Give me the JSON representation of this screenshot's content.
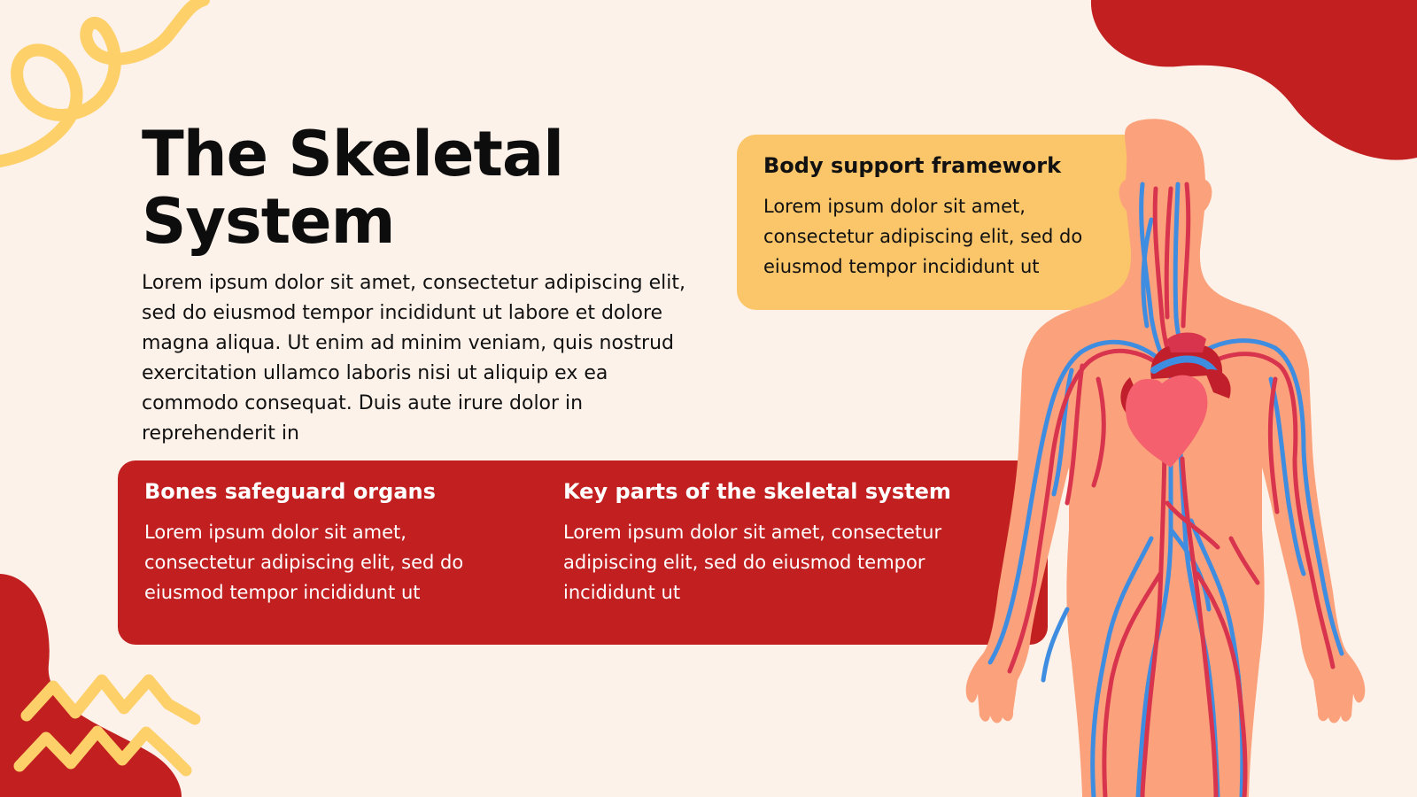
{
  "slide": {
    "title_line1": "The Skeletal",
    "title_line2": "System",
    "intro": "Lorem ipsum dolor sit amet, consectetur adipiscing elit, sed do eiusmod tempor incididunt ut labore et dolore magna aliqua. Ut enim ad minim veniam, quis nostrud exercitation ullamco laboris nisi ut aliquip ex ea commodo consequat. Duis aute irure dolor in reprehenderit in"
  },
  "cards": {
    "support": {
      "title": "Body support framework",
      "text": "Lorem ipsum dolor sit amet, consectetur adipiscing elit, sed do eiusmod tempor incididunt ut"
    },
    "organs": {
      "title": "Bones safeguard organs",
      "text": "Lorem ipsum dolor sit amet, consectetur adipiscing elit, sed do eiusmod tempor incididunt ut"
    },
    "parts": {
      "title": "Key parts of the skeletal system",
      "text": "Lorem ipsum dolor sit amet, consectetur adipiscing elit, sed do eiusmod tempor incididunt ut"
    }
  },
  "colors": {
    "background": "#FDF2EA",
    "red": "#C21F20",
    "yellow": "#FBC66A",
    "squiggle": "#FDD06A",
    "skin": "#FBA27C",
    "artery": "#D8344E",
    "vein": "#3E8DE0",
    "heart": "#F4606E"
  },
  "icons": {
    "illustration": "human-circulatory-system-illustration",
    "decor": [
      "red-blob-shape",
      "yellow-squiggle-shape",
      "yellow-zigzag-shape"
    ]
  }
}
